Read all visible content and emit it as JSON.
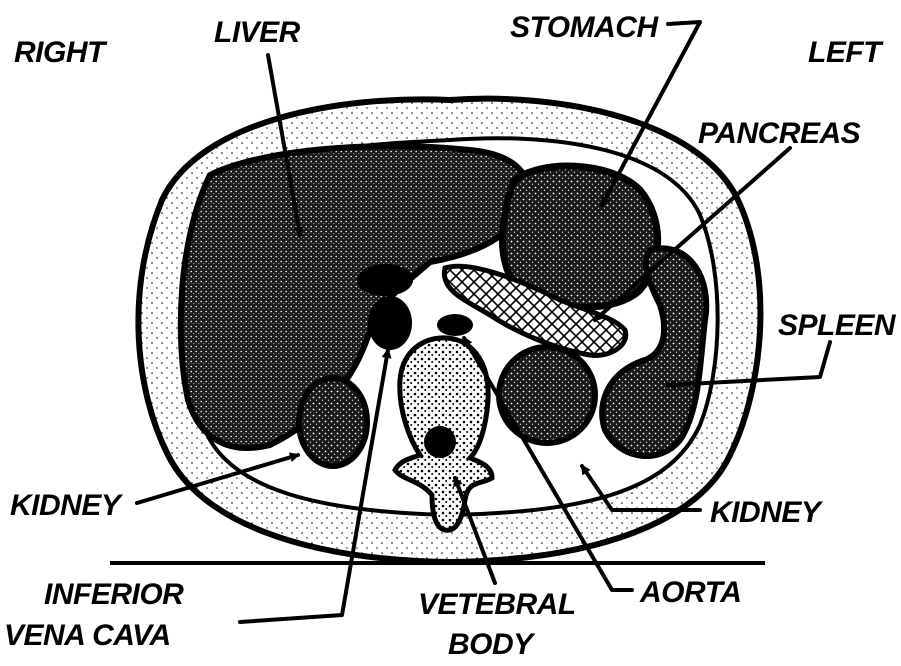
{
  "labels": {
    "right": "RIGHT",
    "left": "LEFT",
    "liver": "LIVER",
    "stomach": "STOMACH",
    "pancreas": "PANCREAS",
    "spleen": "SPLEEN",
    "kidney_right": "KIDNEY",
    "kidney_left": "KIDNEY",
    "inferior_vena_cava_line1": "INFERIOR",
    "inferior_vena_cava_line2": "VENA CAVA",
    "vertebral_body_line1": "VETEBRAL",
    "vertebral_body_line2": "BODY",
    "aorta": "AORTA"
  },
  "colors": {
    "ink": "#000000",
    "background": "#ffffff",
    "dark_tissue": "#141414"
  }
}
